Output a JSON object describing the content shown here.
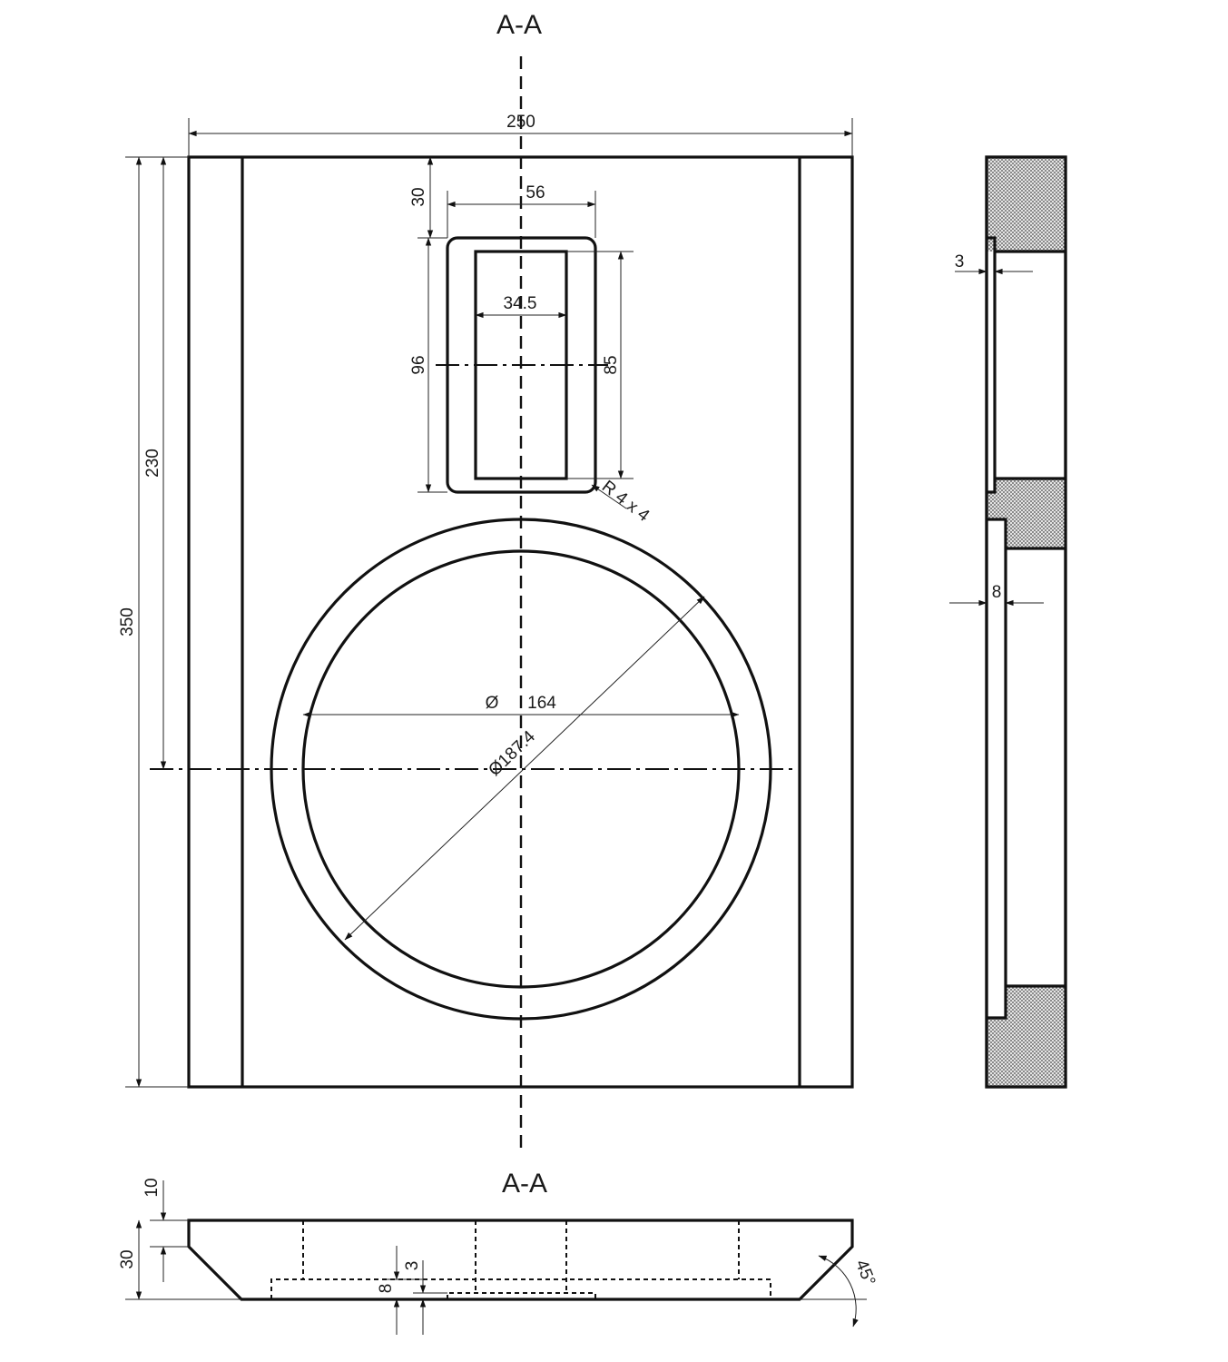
{
  "drawing": {
    "section_label_top": "A-A",
    "section_label_bottom": "A-A",
    "colors": {
      "line": "#111111",
      "hatch": "#888888",
      "background": "#ffffff"
    }
  },
  "dims": {
    "width_250": "250",
    "pocket_depth_30": "30",
    "port_width_56": "56",
    "port_inner_34_5": "34.5",
    "port_height_96": "96",
    "port_inner_85": "85",
    "radius": "R 4 x 4",
    "height_230": "230",
    "height_350": "350",
    "diam_symbol": "Ø",
    "diam_164": "164",
    "diam_187_4": "Ø187.4",
    "side_3": "3",
    "side_8": "8",
    "bot_10": "10",
    "bot_30": "30",
    "bot_3": "3",
    "bot_8": "8",
    "angle_45": "45°"
  }
}
